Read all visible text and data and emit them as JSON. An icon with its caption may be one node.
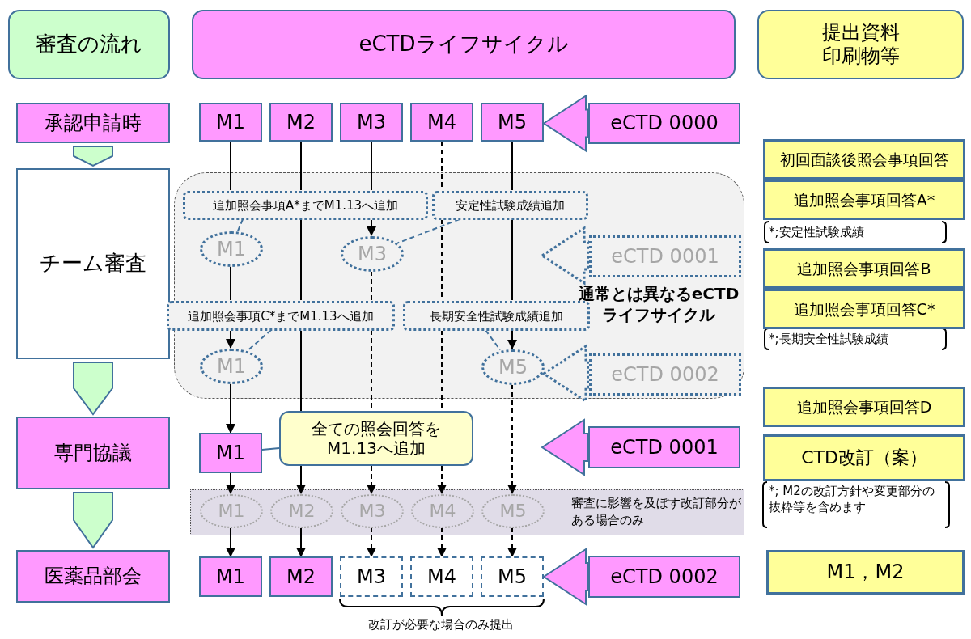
{
  "diagram": {
    "nodes": [
      {
        "text": [
          "審査の流れ"
        ]
      },
      {
        "text": [
          "eCTDライフサイクル"
        ]
      },
      {
        "text": [
          "提出資料印刷物等"
        ]
      },
      {
        "text": [
          "承認申請時"
        ]
      },
      {
        "text": [
          "M1"
        ]
      },
      {
        "text": [
          "M2"
        ]
      },
      {
        "text": [
          "M3"
        ]
      },
      {
        "text": [
          "M4"
        ]
      },
      {
        "text": [
          "M5"
        ]
      },
      {
        "text": [
          "eCTD 0000"
        ]
      },
      {
        "text": [
          "初回面談後照会事項回答"
        ]
      },
      {
        "text": [
          "チーム審査"
        ]
      },
      {
        "text": [
          "通常とは異なるeCTDライフサイクル"
        ]
      },
      {
        "text": [
          "追加照会事項A*までM1.13へ追加"
        ],
        "in": 12
      },
      {
        "text": [
          "安定性試験成績追加"
        ],
        "in": 12
      },
      {
        "text": [
          "M1"
        ],
        "in": 12
      },
      {
        "text": [
          "M3"
        ],
        "in": 12
      },
      {
        "text": [
          "eCTD 0001"
        ],
        "in": 12
      },
      {
        "text": [
          "追加照会事項C*までM1.13へ追加"
        ],
        "in": 12
      },
      {
        "text": [
          "長期安全性試験成績追加"
        ],
        "in": 12
      },
      {
        "text": [
          "M1"
        ],
        "in": 12
      },
      {
        "text": [
          "M5"
        ],
        "in": 12
      },
      {
        "text": [
          "eCTD 0002"
        ],
        "in": 12
      },
      {
        "text": [
          "追加照会事項回答A*"
        ]
      },
      {
        "text": [
          "追加照会事項回答B"
        ]
      },
      {
        "text": [
          "追加照会事項回答C*"
        ]
      },
      {
        "text": [
          "専門協議"
        ]
      },
      {
        "text": [
          "M1"
        ]
      },
      {
        "text": [
          "全ての照会回答をM1.13へ追加"
        ]
      },
      {
        "text": [
          "eCTD 0001"
        ]
      },
      {
        "text": [
          "追加照会事項回答D"
        ]
      },
      {
        "text": [
          "CTD改訂（案）"
        ]
      },
      {
        "text": [
          "審査に影響を及ぼす改訂部分がある場合のみ"
        ]
      },
      {
        "text": [
          "M1"
        ],
        "in": 32
      },
      {
        "text": [
          "M2"
        ],
        "in": 32
      },
      {
        "text": [
          "M3"
        ],
        "in": 32
      },
      {
        "text": [
          "M4"
        ],
        "in": 32
      },
      {
        "text": [
          "M5"
        ],
        "in": 32
      },
      {
        "text": [
          "医薬品部会"
        ]
      },
      {
        "text": [
          "M1"
        ]
      },
      {
        "text": [
          "M2"
        ]
      },
      {
        "text": [
          "M3"
        ]
      },
      {
        "text": [
          "M4"
        ]
      },
      {
        "text": [
          "M5"
        ]
      },
      {
        "text": [
          "eCTD 0002"
        ]
      },
      {
        "text": [
          "M1，M2"
        ]
      }
    ],
    "edges": [
      {
        "from": 3,
        "to": 11,
        "arrow": "to",
        "style": "thick"
      },
      {
        "from": 11,
        "to": 26,
        "arrow": "to",
        "style": "thick"
      },
      {
        "from": 26,
        "to": 38,
        "arrow": "to",
        "style": "thick"
      },
      {
        "from": 4,
        "to": 13,
        "arrow": "none"
      },
      {
        "from": 13,
        "to": 15,
        "arrow": "none",
        "style": "dashed",
        "color": "#41719c"
      },
      {
        "from": 15,
        "to": 18,
        "arrow": "none"
      },
      {
        "from": 18,
        "to": 20,
        "arrow": "to"
      },
      {
        "from": 18,
        "to": 20,
        "arrow": "none",
        "style": "dashed",
        "color": "#41719c"
      },
      {
        "from": 20,
        "to": 27,
        "arrow": "to"
      },
      {
        "from": 27,
        "to": 33,
        "arrow": "to"
      },
      {
        "from": 33,
        "to": 39,
        "arrow": "to"
      },
      {
        "from": 5,
        "to": 13,
        "arrow": "none"
      },
      {
        "from": 13,
        "to": 18,
        "arrow": "none"
      },
      {
        "from": 18,
        "to": 28,
        "arrow": "none"
      },
      {
        "from": 34,
        "to": 40,
        "arrow": "to"
      },
      {
        "from": 6,
        "to": 13,
        "arrow": "none"
      },
      {
        "from": 13,
        "to": 16,
        "arrow": "to"
      },
      {
        "from": 16,
        "to": 18,
        "arrow": "none",
        "style": "dashed"
      },
      {
        "from": 18,
        "to": 28,
        "arrow": "none",
        "style": "dashed"
      },
      {
        "from": 35,
        "to": 41,
        "arrow": "to",
        "style": "dashed"
      },
      {
        "from": 7,
        "to": 14,
        "arrow": "none",
        "style": "dashed"
      },
      {
        "from": 14,
        "to": 19,
        "arrow": "none",
        "style": "dashed"
      },
      {
        "from": 19,
        "to": 28,
        "arrow": "none",
        "style": "dashed"
      },
      {
        "from": 36,
        "to": 42,
        "arrow": "to",
        "style": "dashed"
      },
      {
        "from": 8,
        "to": 14,
        "arrow": "none"
      },
      {
        "from": 14,
        "to": 19,
        "arrow": "none"
      },
      {
        "from": 19,
        "to": 21,
        "arrow": "to"
      },
      {
        "from": 21,
        "to": 37,
        "arrow": "to",
        "style": "dashed"
      },
      {
        "from": 37,
        "to": 43,
        "arrow": "to",
        "style": "dashed"
      },
      {
        "from": 14,
        "to": 16,
        "arrow": "none",
        "style": "dashed",
        "color": "#41719c"
      },
      {
        "from": 19,
        "to": 21,
        "arrow": "none",
        "style": "dashed",
        "color": "#41719c"
      },
      {
        "from": 28,
        "to": 27,
        "arrow": "none",
        "color": "#41719c"
      },
      {
        "from": 9,
        "to": 8,
        "arrow": "to",
        "style": "thick"
      },
      {
        "from": 17,
        "to": null,
        "arrow": "to",
        "style": "thick"
      },
      {
        "from": 22,
        "to": 21,
        "arrow": "to",
        "style": "thick"
      },
      {
        "from": 29,
        "to": null,
        "arrow": "to",
        "style": "thick"
      },
      {
        "from": 44,
        "to": 43,
        "arrow": "to",
        "style": "thick"
      },
      {
        "from": 28,
        "to": 34,
        "arrow": "to"
      },
      {
        "from": 28,
        "to": 35,
        "arrow": "to",
        "style": "dashed"
      },
      {
        "from": 28,
        "to": 36,
        "arrow": "to",
        "style": "dashed"
      }
    ],
    "labels": [
      "*;安定性試験成績",
      "*;長期安全性試験成績",
      "*; M2の改訂方針や変更部分の抜粋等を含めます",
      "改訂が必要な場合のみ提出"
    ]
  }
}
